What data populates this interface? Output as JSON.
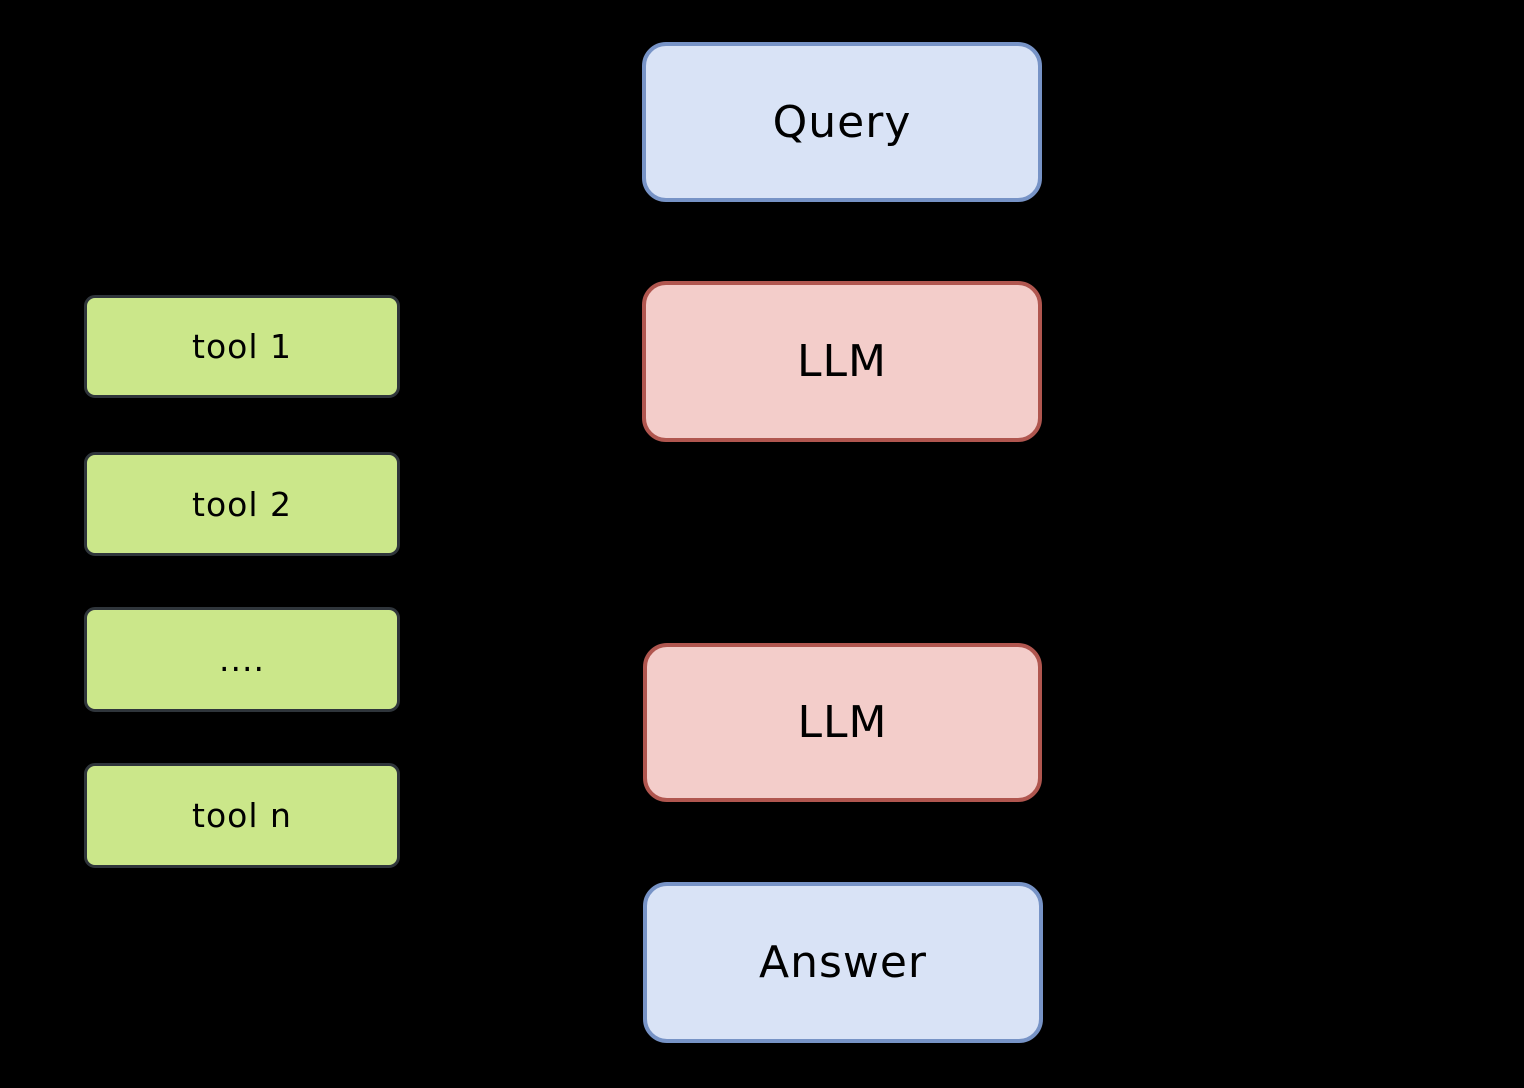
{
  "diagram": {
    "background_color": "#000000",
    "text_color": "#000000",
    "flow_column": {
      "query": {
        "label": "Query"
      },
      "llm_1": {
        "label": "LLM"
      },
      "llm_2": {
        "label": "LLM"
      },
      "answer": {
        "label": "Answer"
      }
    },
    "tools_column": {
      "items": [
        {
          "label": "tool 1"
        },
        {
          "label": "tool 2"
        },
        {
          "label": "...."
        },
        {
          "label": "tool n"
        }
      ]
    },
    "palette": {
      "io_fill": "#d9e3f6",
      "io_border": "#7793c6",
      "llm_fill": "#f3cdca",
      "llm_border": "#b0564f",
      "tool_fill": "#cbe78a",
      "tool_border": "#2f353b"
    }
  }
}
